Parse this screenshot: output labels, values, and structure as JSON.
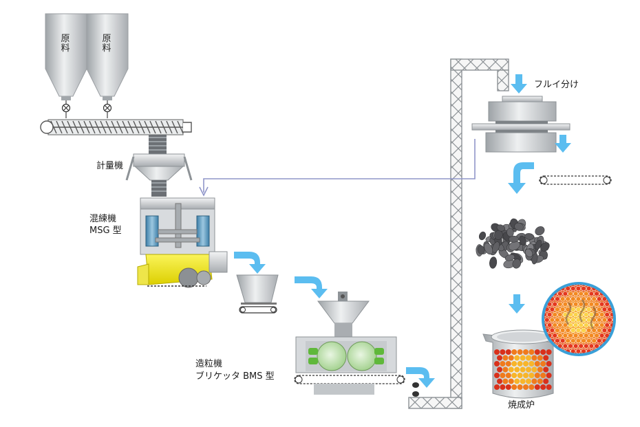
{
  "labels": {
    "silo_1": "原料",
    "silo_2": "原料",
    "weigher": "計量機",
    "mixer_line1": "混練機",
    "mixer_line2": "MSG 型",
    "briquetter_line1": "造粒機",
    "briquetter_line2": "ブリケッタ BMS 型",
    "sieve": "フルイ分け",
    "furnace": "焼成炉"
  },
  "colors": {
    "metal_light": "#e4e6e8",
    "metal_mid": "#b9bdc1",
    "metal_dark": "#8e9397",
    "flow_arrow": "#5bbdf0",
    "return_line": "#8f95c9",
    "mixer_yellow": "#f2ea1a",
    "roll_green": "#5fb83a",
    "glow_red": "#e2321c",
    "glow_orange": "#f6a01e"
  },
  "icons": [
    "valve-icon",
    "flow-arrow-icon"
  ]
}
